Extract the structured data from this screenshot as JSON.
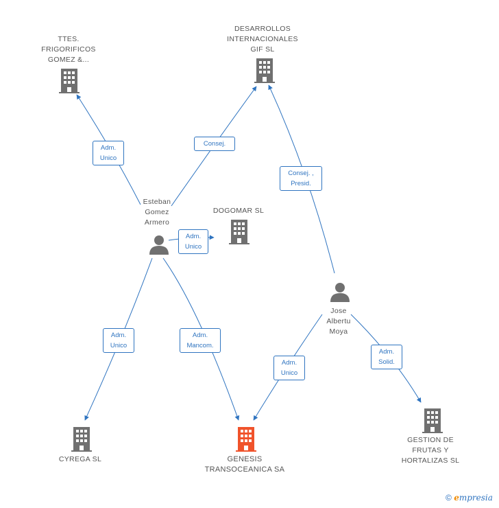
{
  "nodes": {
    "ttes": "TTES.\nFRIGORIFICOS\nGOMEZ &...",
    "desarrollos": "DESARROLLOS\nINTERNACIONALES\nGIF SL",
    "dogomar": "DOGOMAR SL",
    "esteban": "Esteban\nGomez\nArmero",
    "jose": "Jose\nAlbertu\nMoya",
    "cyrega": "CYREGA SL",
    "genesis": "GENESIS\nTRANSOCEANICA SA",
    "gestion": "GESTION DE\nFRUTAS Y\nHORTALIZAS SL"
  },
  "edges": {
    "esteban_ttes": "Adm.\nUnico",
    "esteban_desarrollos": "Consej.",
    "jose_desarrollos": "Consej. ,\nPresid.",
    "esteban_dogomar": "Adm.\nUnico",
    "esteban_cyrega": "Adm.\nUnico",
    "esteban_genesis": "Adm.\nMancom.",
    "jose_genesis": "Adm.\nUnico",
    "jose_gestion": "Adm.\nSolid."
  },
  "colors": {
    "edge": "#2f74c0",
    "building": "#707070",
    "building_focus": "#f0532b",
    "person": "#707070"
  },
  "footer": {
    "copyright": "©",
    "brand_initial": "e",
    "brand_rest": "mpresia"
  }
}
